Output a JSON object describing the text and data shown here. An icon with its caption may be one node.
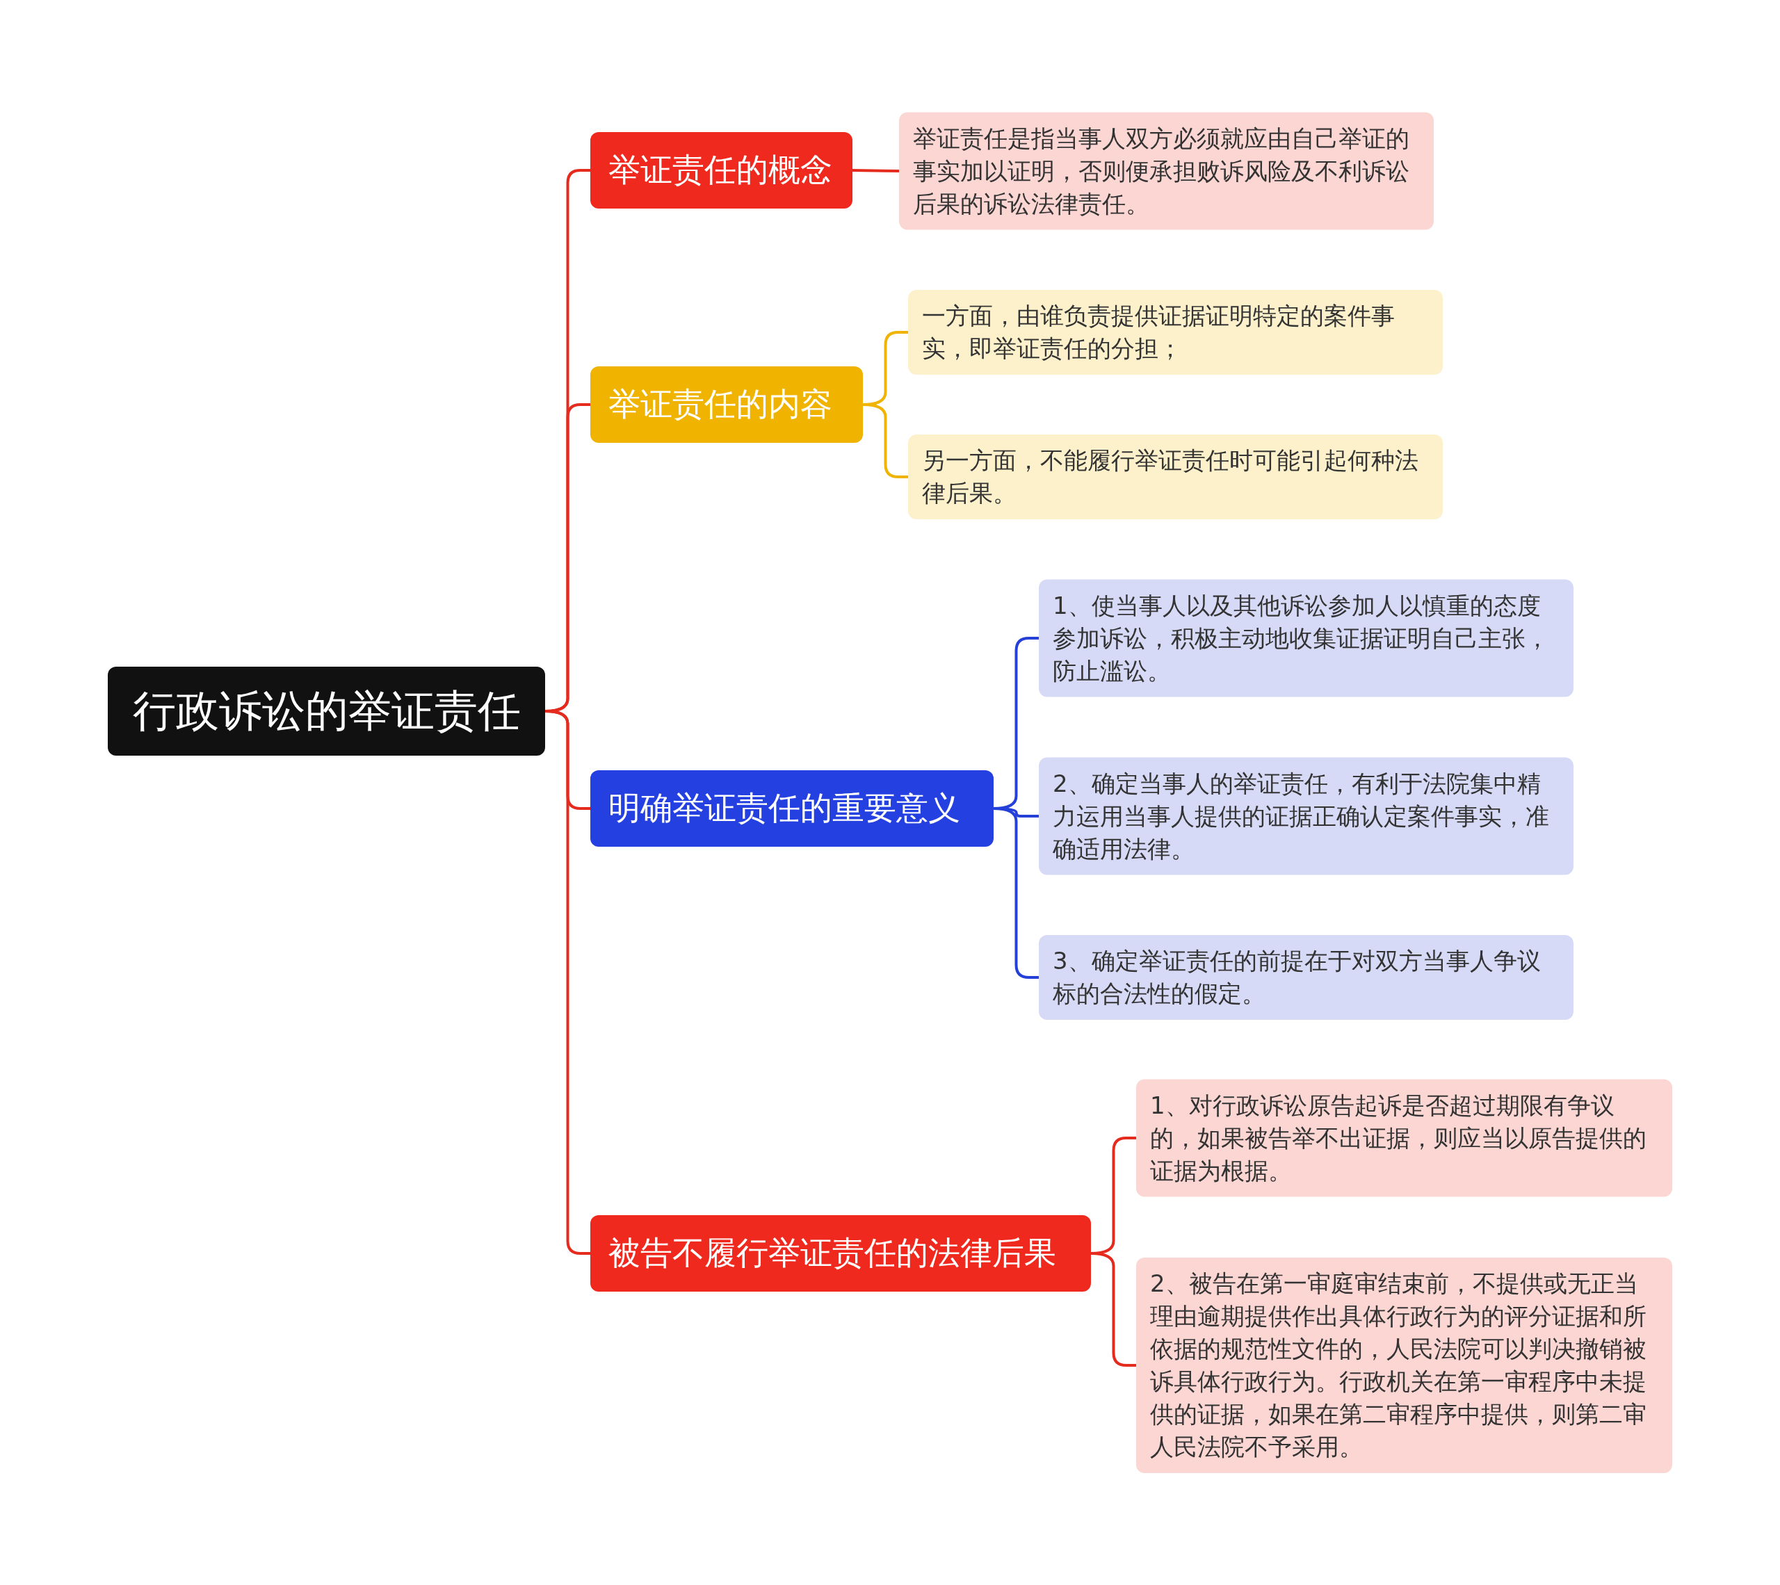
{
  "diagram": {
    "nodes": [
      {
        "text": [
          "行政诉讼的举证责任"
        ]
      },
      {
        "text": [
          "举证责任的概念"
        ]
      },
      {
        "text": [
          "举证责任是指当事人双方必须就应由自己举证的事实加以证明，否则便承担败诉风险及不利诉讼后果的诉讼法律责任。"
        ]
      },
      {
        "text": [
          "举证责任的内容"
        ]
      },
      {
        "text": [
          "一方面，由谁负责提供证据证明特定的案件事实，即举证责任的分担；"
        ]
      },
      {
        "text": [
          "另一方面，不能履行举证责任时可能引起何种法律后果。"
        ]
      },
      {
        "text": [
          "明确举证责任的重要意义"
        ]
      },
      {
        "text": [
          "1、使当事人以及其他诉讼参加人以慎重的态度参加诉讼，积极主动地收集证据证明自己主张，防止滥讼。"
        ]
      },
      {
        "text": [
          "2、确定当事人的举证责任，有利于法院集中精力运用当事人提供的证据正确认定案件事实，准确适用法律。"
        ]
      },
      {
        "text": [
          "3、确定举证责任的前提在于对双方当事人争议标的合法性的假定。"
        ]
      },
      {
        "text": [
          "被告不履行举证责任的法律后果"
        ]
      },
      {
        "text": [
          "1、对行政诉讼原告起诉是否超过期限有争议的，如果被告举不出证据，则应当以原告提供的证据为根据。"
        ]
      },
      {
        "text": [
          "2、被告在第一审庭审结束前，不提供或无正当理由逾期提供作出具体行政行为的评分证据和所依据的规范性文件的，人民法院可以判决撤销被诉具体行政行为。行政机关在第一审程序中未提供的证据，如果在第二审程序中提供，则第二审人民法院不予采用。"
        ]
      }
    ],
    "edges": [
      {
        "from": 0,
        "to": 1,
        "arrow": "none"
      },
      {
        "from": 0,
        "to": 3,
        "arrow": "none"
      },
      {
        "from": 0,
        "to": 6,
        "arrow": "none"
      },
      {
        "from": 0,
        "to": 10,
        "arrow": "none"
      },
      {
        "from": 1,
        "to": 2,
        "arrow": "none"
      },
      {
        "from": 3,
        "to": 4,
        "arrow": "none",
        "color": "#f0b400"
      },
      {
        "from": 3,
        "to": 5,
        "arrow": "none",
        "color": "#f0b400"
      },
      {
        "from": 6,
        "to": 7,
        "arrow": "none",
        "color": "#2440d8"
      },
      {
        "from": 6,
        "to": 8,
        "arrow": "none",
        "color": "#2440d8"
      },
      {
        "from": 6,
        "to": 9,
        "arrow": "none",
        "color": "#2440d8"
      },
      {
        "from": 10,
        "to": 11,
        "arrow": "none"
      },
      {
        "from": 10,
        "to": 12,
        "arrow": "none"
      }
    ]
  }
}
